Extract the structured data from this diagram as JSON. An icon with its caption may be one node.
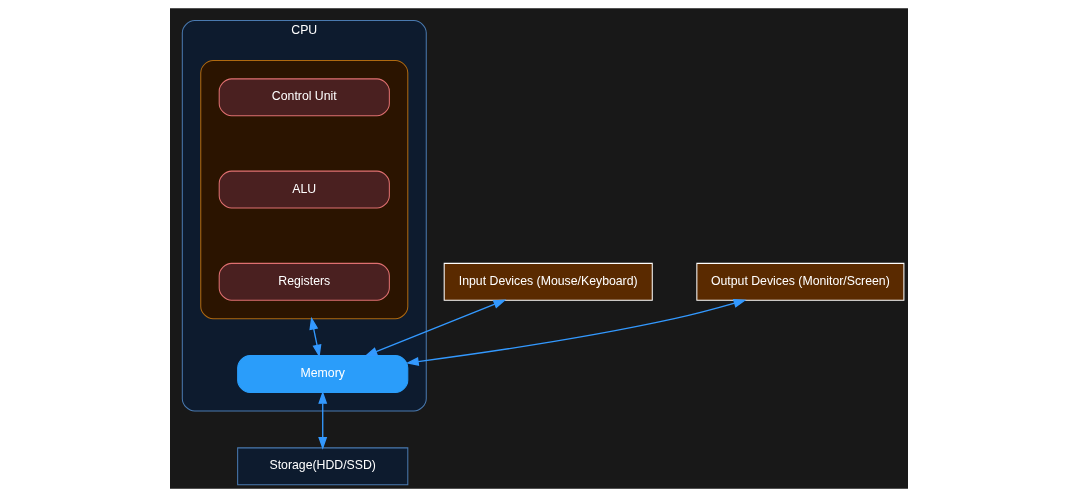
{
  "diagram": {
    "nodes": [
      {
        "text": [
          "CPU"
        ]
      },
      {
        "text": [],
        "shape": "box",
        "in": 0
      },
      {
        "text": [
          "Control Unit"
        ],
        "in": 1
      },
      {
        "text": [
          "ALU"
        ],
        "in": 1
      },
      {
        "text": [
          "Registers"
        ],
        "in": 1
      },
      {
        "text": [
          "Memory"
        ],
        "in": 0
      },
      {
        "text": [
          "Input Devices (Mouse/Keyboard)"
        ]
      },
      {
        "text": [
          "Output Devices (Monitor/Screen)"
        ]
      },
      {
        "text": [
          "Storage(HDD/SSD)"
        ]
      }
    ],
    "edges": [
      {
        "from": 1,
        "to": 5,
        "arrow": "both"
      },
      {
        "from": 6,
        "to": 5,
        "arrow": "both"
      },
      {
        "from": 7,
        "to": 5,
        "arrow": "both"
      },
      {
        "from": 5,
        "to": 8,
        "arrow": "both"
      }
    ]
  }
}
